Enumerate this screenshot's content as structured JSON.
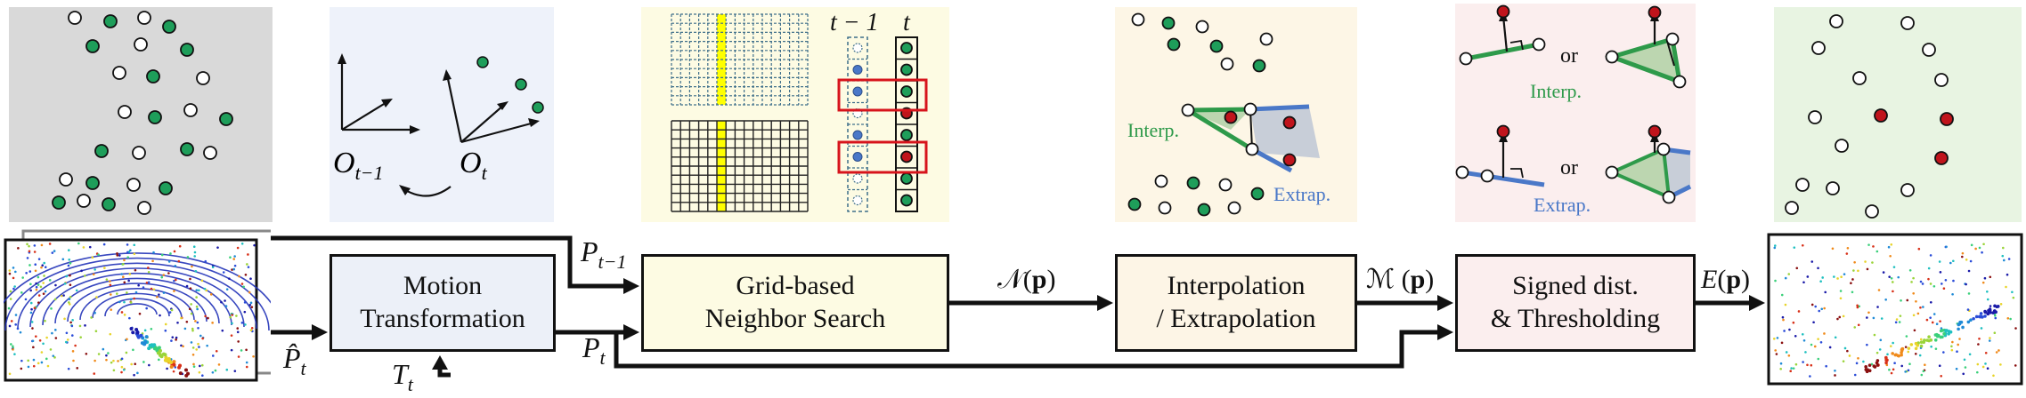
{
  "boxes": {
    "motion": {
      "line1": "Motion",
      "line2": "Transformation"
    },
    "grid": {
      "line1": "Grid-based",
      "line2": "Neighbor Search"
    },
    "interp": {
      "line1": "Interpolation",
      "line2": "/ Extrapolation"
    },
    "signed": {
      "line1": "Signed dist.",
      "line2": "& Thresholding"
    }
  },
  "edges": {
    "p_prev": "P",
    "p_prev_sub": "t−1",
    "p_hat": "P̂",
    "p_hat_sub": "t",
    "p_t": "P",
    "p_t_sub": "t",
    "T_t": "T",
    "T_t_sub": "t",
    "n_p": "𝒩",
    "m_p": "ℳ",
    "e_p": "E",
    "arg": "p"
  },
  "panels": {
    "frames": {
      "o_prev": "O",
      "o_prev_sub": "t−1",
      "o_t": "O",
      "o_t_sub": "t"
    },
    "grid": {
      "col_prev": "t − 1",
      "col_t": "t"
    },
    "interp": {
      "interp_label": "Interp.",
      "extrap_label": "Extrap."
    },
    "signed": {
      "or_top": "or",
      "or_bottom": "or",
      "interp_label": "Interp.",
      "extrap_label": "Extrap."
    }
  },
  "colors": {
    "green_point": "#1e9e5a",
    "red_point": "#c0141c",
    "blue_line": "#4a78c8",
    "green_line": "#2e9a4a",
    "box_fill_motion": "#ecf0f8",
    "box_fill_yellow": "#fdfbe3",
    "box_fill_orange": "#fdf5e6",
    "box_fill_pink": "#fbeeee",
    "panel_gray": "#d9d9d9",
    "panel_blue": "#eef2fa",
    "panel_yellow": "#fdfbe3",
    "panel_orange": "#fdf6e6",
    "panel_pink": "#fbeeee",
    "panel_green": "#e8f4e2",
    "grid_highlight": "#ffff00"
  }
}
